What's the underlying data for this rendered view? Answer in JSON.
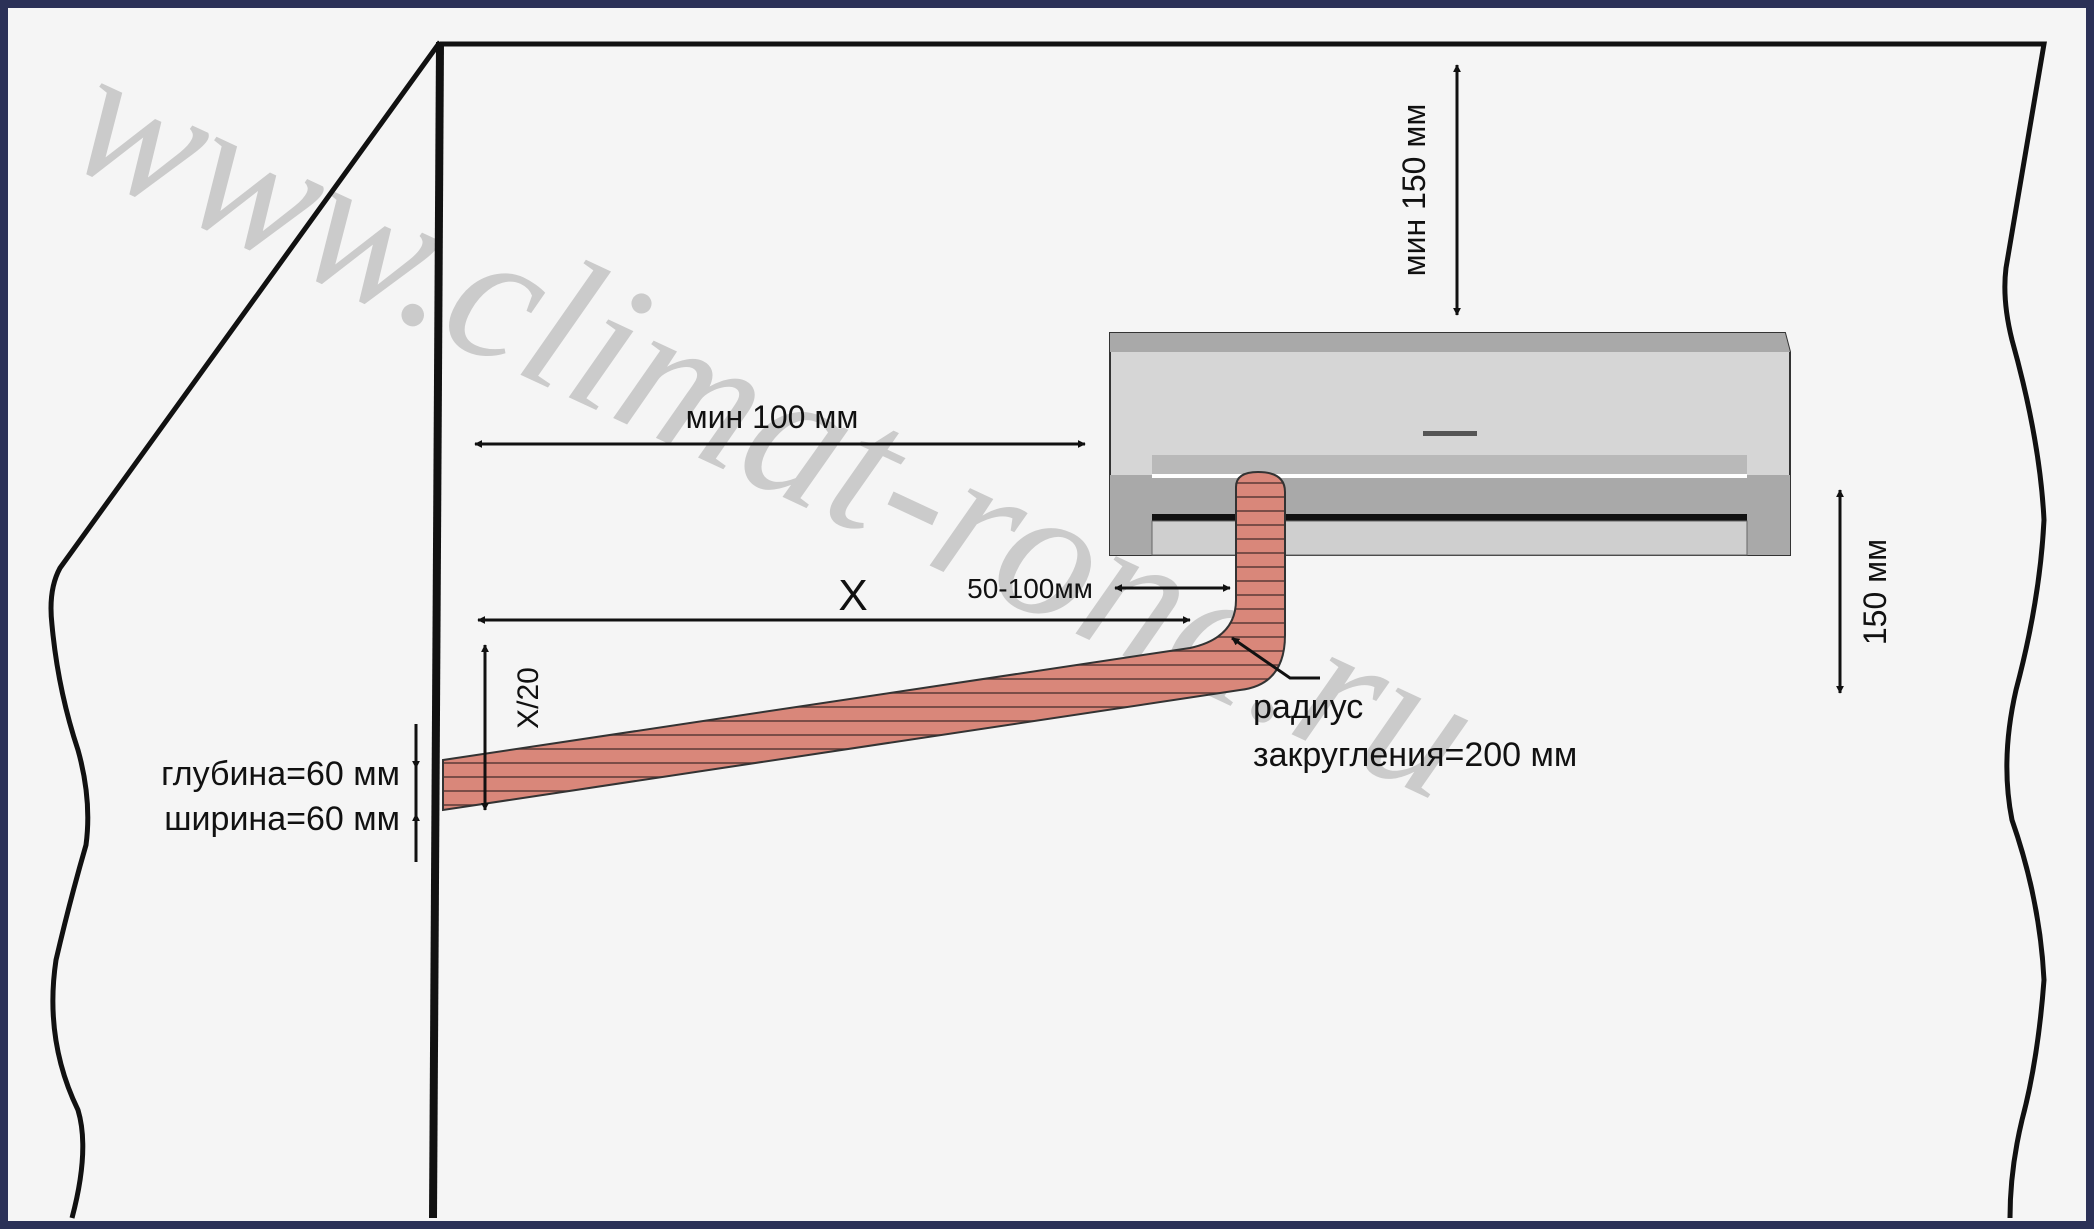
{
  "watermark": "www.climat-rona.ru",
  "labels": {
    "top_clearance": "мин 150 мм",
    "left_clearance": "мин 100 мм",
    "x": "X",
    "offset": "50-100мм",
    "slope": "X/20",
    "right_height": "150 мм",
    "radius_line1": "радиус",
    "radius_line2": "закругления=200 мм",
    "depth": "глубина=60 мм",
    "width": "ширина=60 мм"
  },
  "colors": {
    "frame": "#2b3157",
    "background": "#f5f5f5",
    "channel_fill": "#d9877a",
    "unit_body": "#d6d6d6",
    "unit_dark": "#a9a9a9",
    "line": "#111111"
  }
}
